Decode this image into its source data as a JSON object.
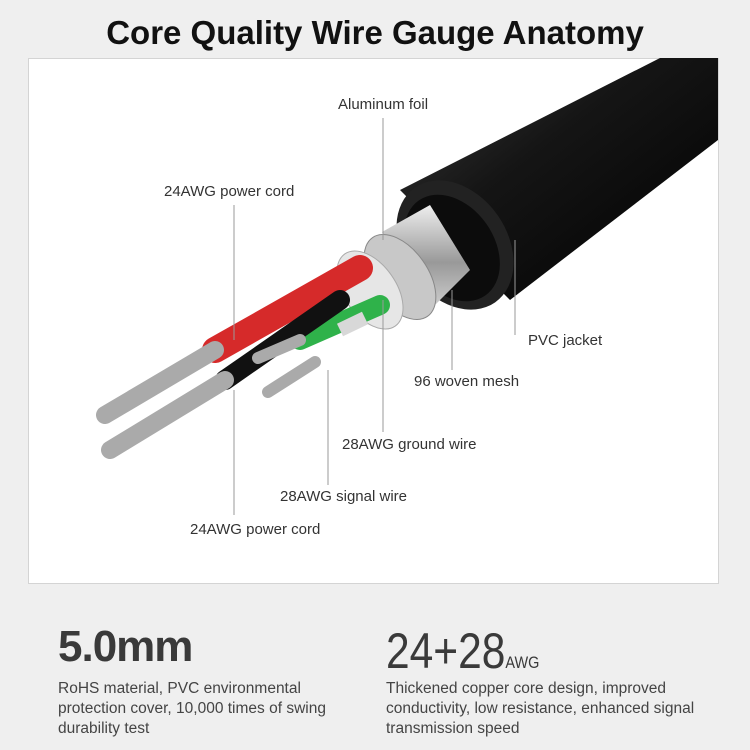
{
  "title": "Core Quality Wire Gauge Anatomy",
  "labels": {
    "aluminum_foil": "Aluminum foil",
    "power_cord_top": "24AWG power cord",
    "pvc_jacket": "PVC jacket",
    "woven_mesh": "96 woven mesh",
    "ground_wire": "28AWG ground wire",
    "signal_wire": "28AWG signal wire",
    "power_cord_bottom": "24AWG power cord"
  },
  "specs": [
    {
      "value": "5.0mm",
      "unit": "",
      "description": "RoHS material, PVC environmental protection cover, 10,000 times of swing durability test"
    },
    {
      "value": "24+28",
      "unit": "AWG",
      "description": "Thickened copper core design, improved conductivity, low resistance, enhanced signal transmission speed"
    }
  ],
  "colors": {
    "jacket": "#1a1a1a",
    "red_wire": "#d62a2a",
    "green_wire": "#2fb24a",
    "black_wire": "#111111",
    "background": "#efefef"
  }
}
